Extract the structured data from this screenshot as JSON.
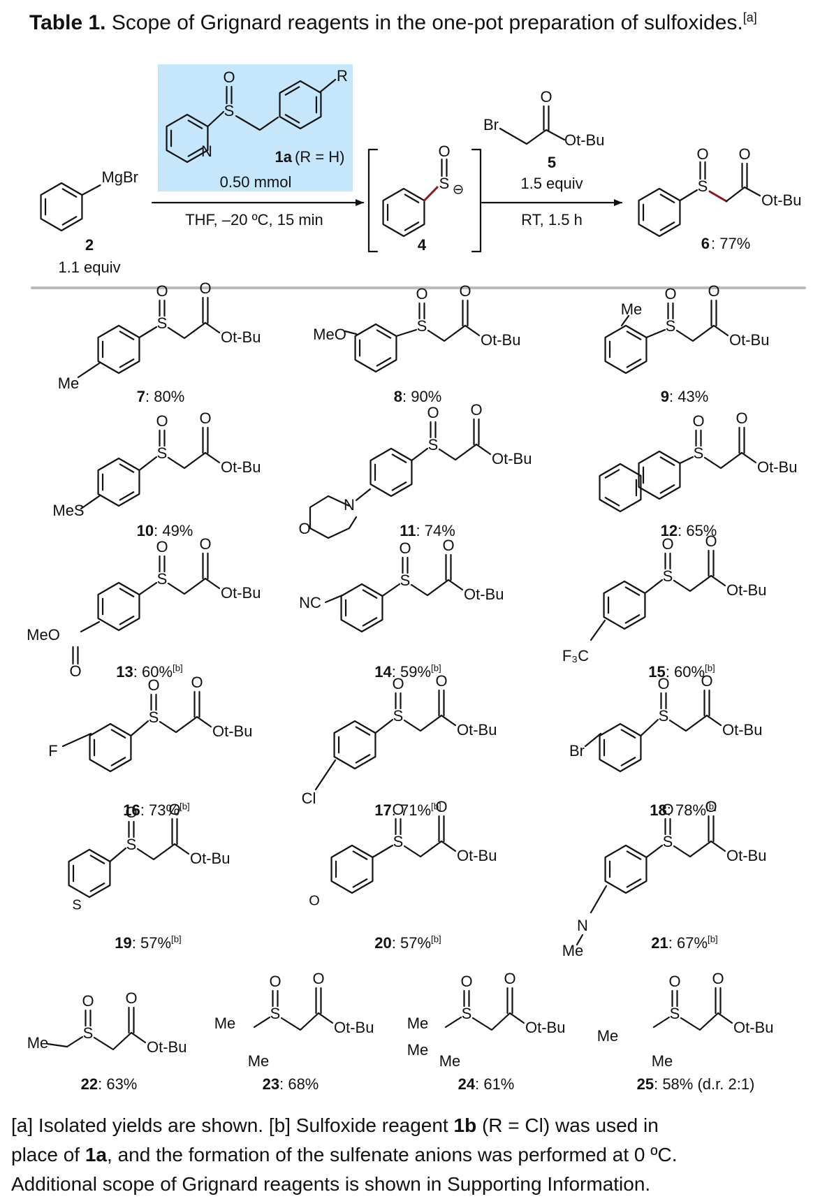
{
  "table_title": {
    "label": "Table 1.",
    "text": " Scope of Grignard reagents in the one-pot preparation of sulfoxides.",
    "note": "[a]"
  },
  "scheme": {
    "reagent_2": {
      "group": "MgBr",
      "number": "2",
      "amount": "1.1 equiv"
    },
    "reagent_1a": {
      "R": "R",
      "number": "1a",
      "def": "(R = H)",
      "amount": "0.50 mmol",
      "N": "N",
      "S": "S",
      "O": "O"
    },
    "step1": "THF, –20 ºC, 15 min",
    "intermediate_4": {
      "number": "4",
      "S": "S",
      "O": "O",
      "charge": "⊖"
    },
    "reagent_5": {
      "Br": "Br",
      "O": "O",
      "group": "Ot-Bu",
      "number": "5",
      "amount": "1.5 equiv"
    },
    "step2": "RT, 1.5 h",
    "product_6": {
      "number": "6",
      "yield": ": 77%",
      "S": "S",
      "O": "O",
      "group": "Ot-Bu"
    }
  },
  "atoms": {
    "S": "S",
    "O": "O",
    "OtBu": "Ot-Bu",
    "Me": "Me",
    "MeO": "MeO",
    "MeS": "MeS",
    "N": "N",
    "NC": "NC",
    "F3C": "F₃C",
    "F": "F",
    "Cl": "Cl",
    "Br": "Br"
  },
  "products": [
    {
      "number": "7",
      "yield": ": 80%",
      "note": ""
    },
    {
      "number": "8",
      "yield": ": 90%",
      "note": ""
    },
    {
      "number": "9",
      "yield": ": 43%",
      "note": ""
    },
    {
      "number": "10",
      "yield": ": 49%",
      "note": ""
    },
    {
      "number": "11",
      "yield": ": 74%",
      "note": ""
    },
    {
      "number": "12",
      "yield": ": 65%",
      "note": ""
    },
    {
      "number": "13",
      "yield": ": 60%",
      "note": "[b]"
    },
    {
      "number": "14",
      "yield": ": 59%",
      "note": "[b]"
    },
    {
      "number": "15",
      "yield": ": 60%",
      "note": "[b]"
    },
    {
      "number": "16",
      "yield": ": 73%",
      "note": "[b]"
    },
    {
      "number": "17",
      "yield": ": 71%",
      "note": "[b]"
    },
    {
      "number": "18",
      "yield": ": 78%",
      "note": "[b]"
    },
    {
      "number": "19",
      "yield": ": 57%",
      "note": "[b]"
    },
    {
      "number": "20",
      "yield": ": 57%",
      "note": "[b]"
    },
    {
      "number": "21",
      "yield": ": 67%",
      "note": "[b]"
    },
    {
      "number": "22",
      "yield": ": 63%",
      "note": ""
    },
    {
      "number": "23",
      "yield": ": 68%",
      "note": ""
    },
    {
      "number": "24",
      "yield": ": 61%",
      "note": ""
    },
    {
      "number": "25",
      "yield": ": 58% (d.r. 2:1)",
      "note": ""
    }
  ],
  "footnote": {
    "l1a": "[a] Isolated yields are shown. [b] Sulfoxide reagent ",
    "l1b": "1b",
    "l1c": " (R = Cl) was used in",
    "l2a": "place of ",
    "l2b": "1a",
    "l2c": ", and the formation of the sulfenate anions was performed at 0 ºC.",
    "l3": "Additional scope of Grignard reagents is shown in Supporting Information."
  }
}
